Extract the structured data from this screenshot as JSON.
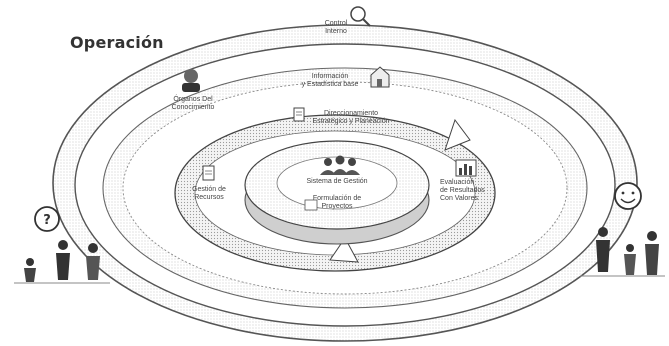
{
  "title": "Operación",
  "labels": {
    "control_interno": "Control\nInterno",
    "organos_conocimiento": "Órganos Del\nConocimiento",
    "informacion_estadistica": "Información\ny Estadística base",
    "direccionamiento": "Direccionamiento\nEstratégico y Planeación",
    "sistema_gestion": "Sistema de Gestión",
    "formulacion": "Formulación de\nProyectos",
    "gestion_recursos": "Gestión de\nRecursos",
    "evaluacion_resultados": "Evaluación\nde Resultados\nCon Valores"
  },
  "icons": {
    "magnifier": "magnifier-icon",
    "person": "person-icon",
    "house": "house-icon",
    "document": "document-icon",
    "group": "group-icon",
    "chart": "bar-chart-icon",
    "question": "question-icon",
    "smiley": "smiley-icon"
  }
}
